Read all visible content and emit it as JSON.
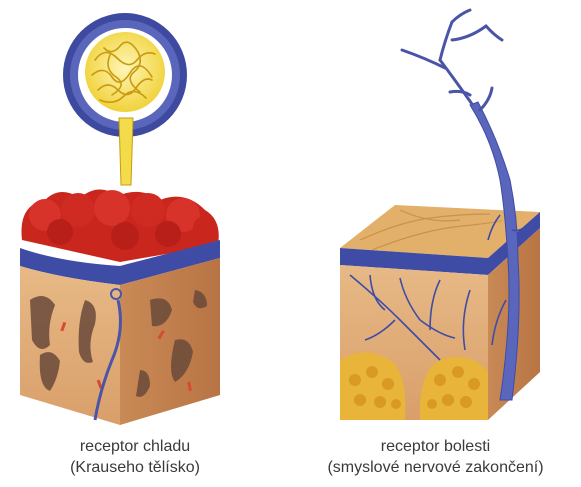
{
  "receptors": [
    {
      "name": "receptor chladu",
      "detail": "(Krauseho tělísko)"
    },
    {
      "name": "receptor bolesti",
      "detail": "(smyslové nervové zakončení)"
    }
  ],
  "colors": {
    "skin_tan": "#e2b07e",
    "skin_side": "#c98e5c",
    "dermis_lines": "#6a4a3a",
    "nerve_blue": "#4a55a8",
    "corpuscle_ring": "#3d4aa0",
    "corpuscle_fill": "#f3dc4a",
    "red_tissue": "#c9261e",
    "yellow_fat": "#e8b53a"
  }
}
